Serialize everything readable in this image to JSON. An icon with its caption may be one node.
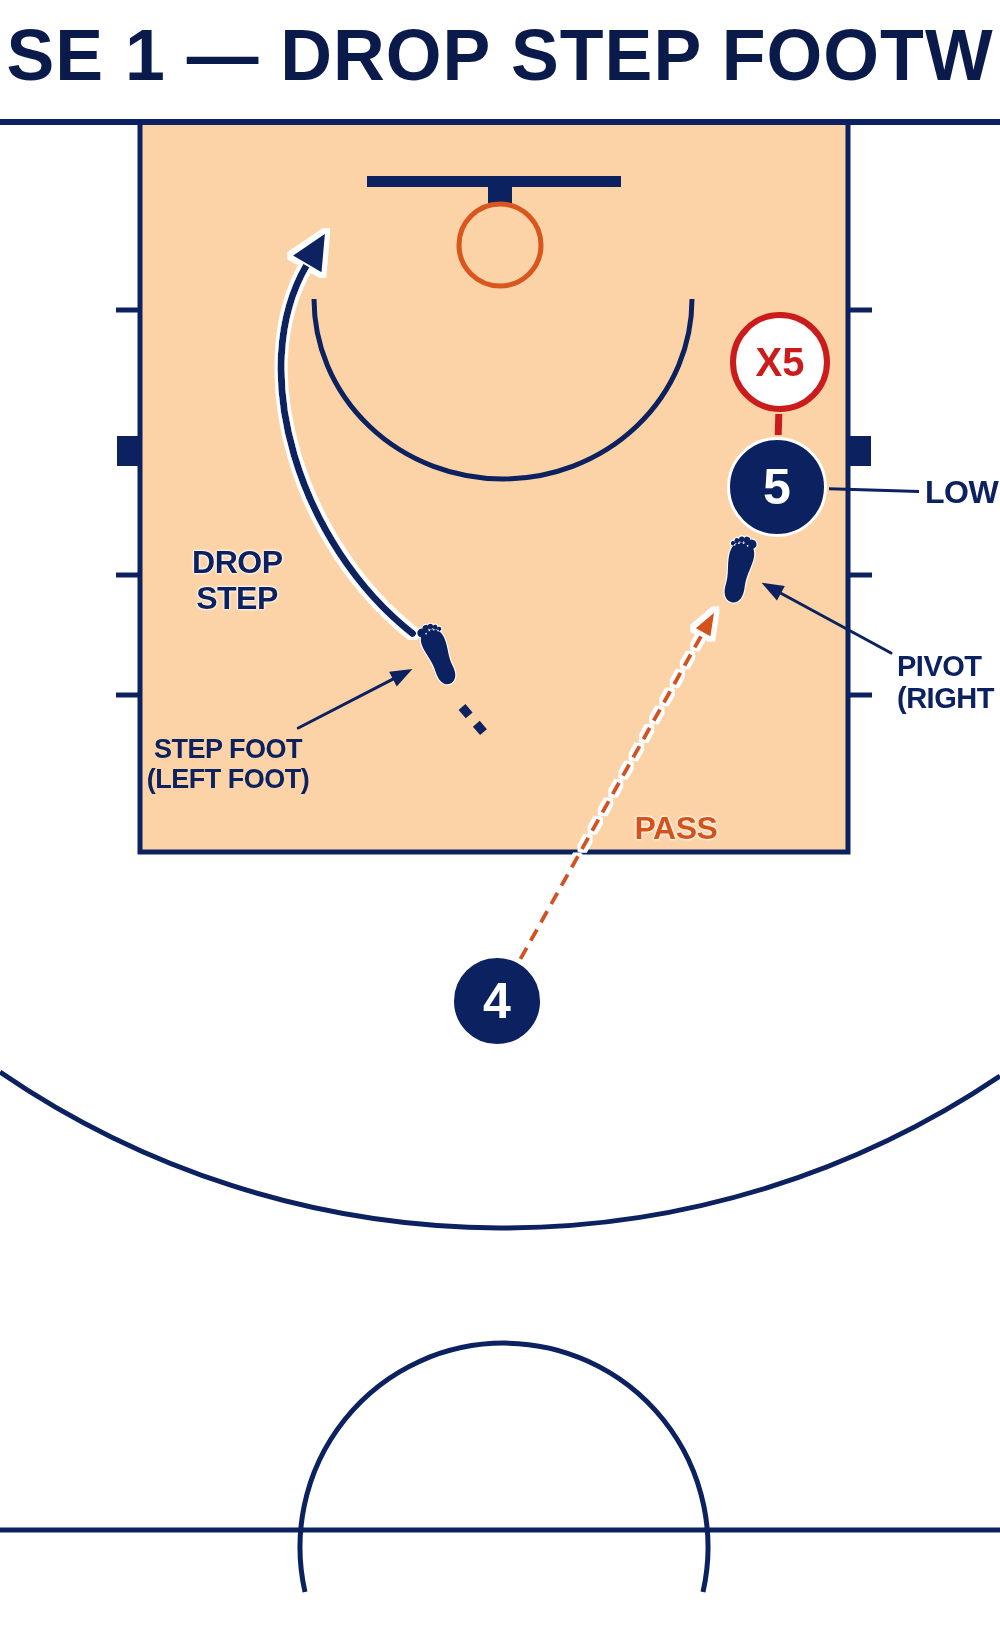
{
  "diagram": {
    "title": "SE 1 — DROP STEP FOOTW",
    "nodes": [
      {
        "text": [
          "X5"
        ]
      },
      {
        "text": [
          "5"
        ]
      },
      {
        "text": [
          "LOW"
        ]
      },
      {
        "text": [],
        "shape": "picture"
      },
      {
        "text": [],
        "shape": "picture"
      },
      {
        "text": [
          "PIVOT (RIGHT"
        ]
      },
      {
        "text": [
          "STEP FOOT (LEFT FOOT)"
        ]
      },
      {
        "text": [
          "4"
        ]
      }
    ],
    "edges": [
      {
        "from": 7,
        "to": 3,
        "arrow": "to",
        "label": "PASS",
        "style": "dashed",
        "color": "#d4521c"
      },
      {
        "from": 4,
        "to": null,
        "arrow": "to",
        "label": "DROP STEP",
        "style": "thick"
      },
      {
        "from": 0,
        "to": 1,
        "arrow": "none",
        "style": "thick",
        "color": "#cc1b1b"
      },
      {
        "from": 2,
        "to": 1,
        "arrow": "none"
      },
      {
        "from": 5,
        "to": 3,
        "arrow": "to"
      },
      {
        "from": 6,
        "to": 4,
        "arrow": "to"
      }
    ]
  }
}
